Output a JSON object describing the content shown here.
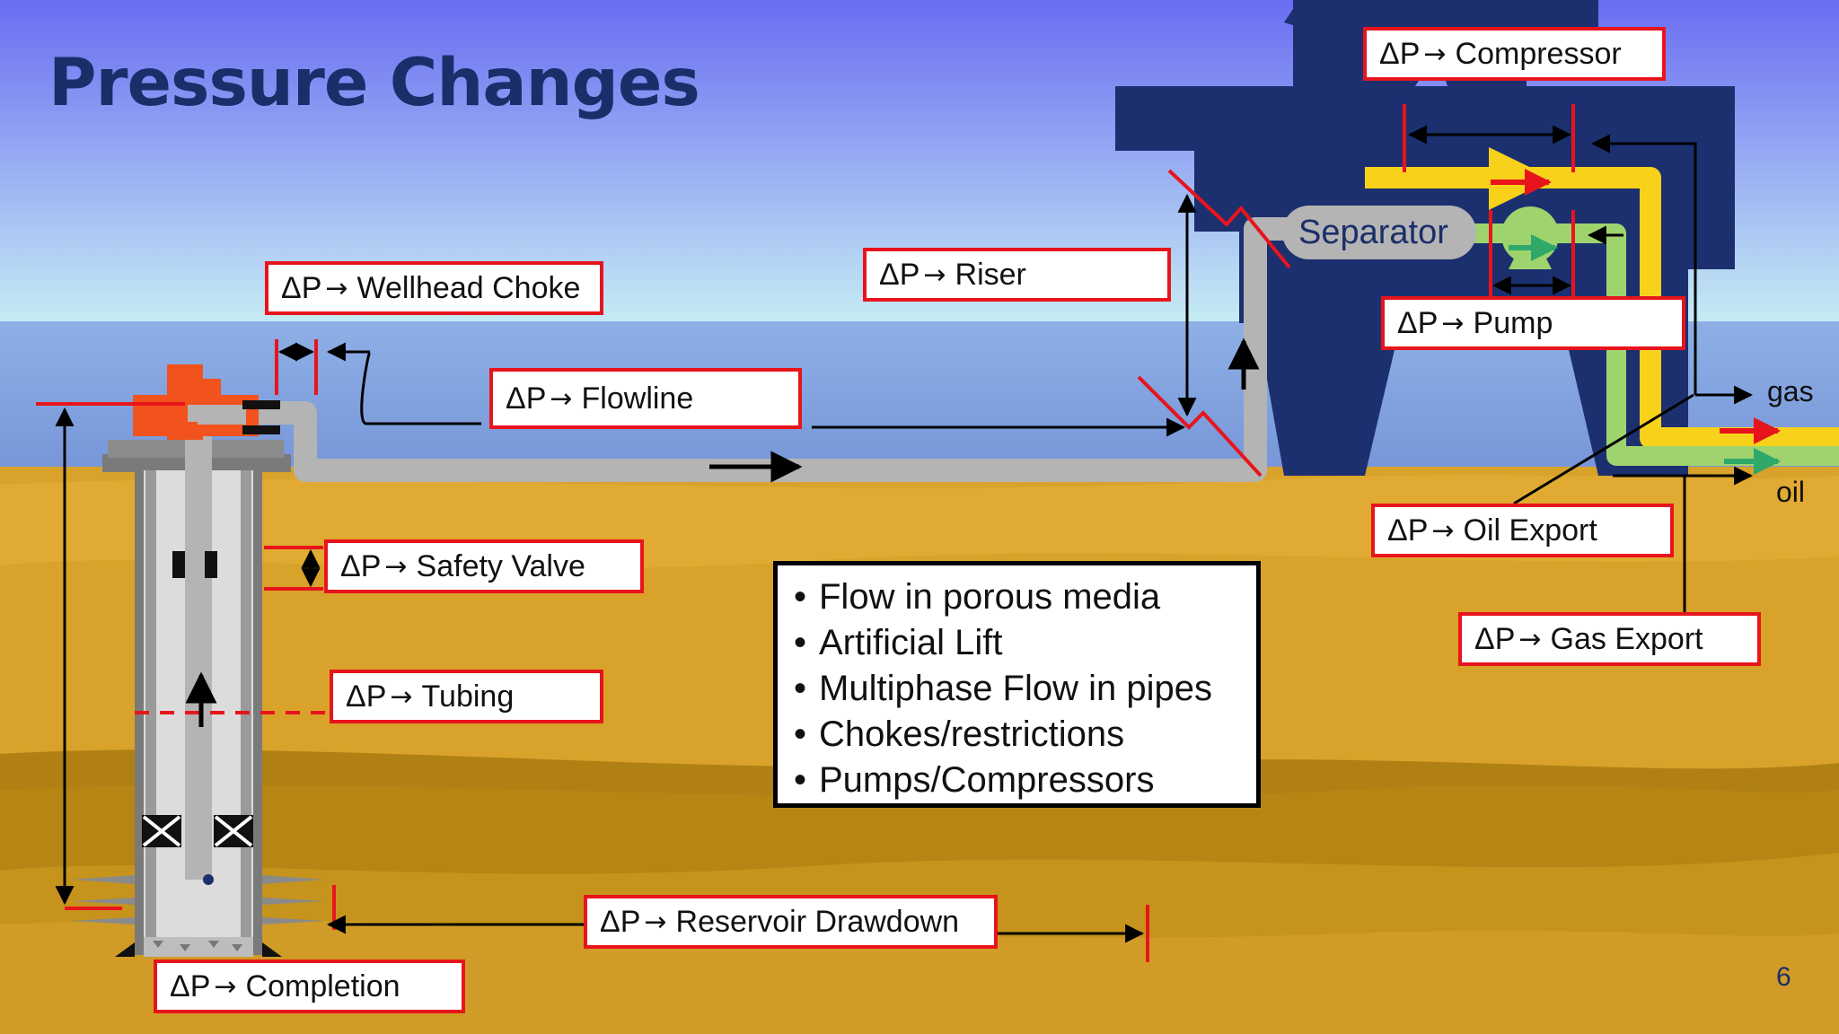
{
  "slide": {
    "title": "Pressure Changes",
    "page_number": "6"
  },
  "labels": {
    "wellhead_choke": {
      "dp": "ΔP",
      "arrow": "→",
      "text": "Wellhead Choke"
    },
    "riser": {
      "dp": "ΔP",
      "arrow": "→",
      "text": "Riser"
    },
    "compressor": {
      "dp": "ΔP",
      "arrow": "→",
      "text": "Compressor"
    },
    "pump": {
      "dp": "ΔP",
      "arrow": "→",
      "text": "Pump"
    },
    "flowline": {
      "dp": "ΔP",
      "arrow": "→",
      "text": "Flowline"
    },
    "safety_valve": {
      "dp": "ΔP",
      "arrow": "→",
      "text": "Safety Valve"
    },
    "tubing": {
      "dp": "ΔP",
      "arrow": "→",
      "text": "Tubing"
    },
    "oil_export": {
      "dp": "ΔP",
      "arrow": "→",
      "text": "Oil Export"
    },
    "gas_export": {
      "dp": "ΔP",
      "arrow": "→",
      "text": "Gas Export"
    },
    "reservoir_drawdown": {
      "dp": "ΔP",
      "arrow": "→",
      "text": "Reservoir Drawdown"
    },
    "completion": {
      "dp": "ΔP",
      "arrow": "→",
      "text": "Completion"
    }
  },
  "separator_label": "Separator",
  "outlets": {
    "gas": "gas",
    "oil": "oil"
  },
  "bullets": [
    "Flow in porous media",
    "Artificial Lift",
    "Multiphase Flow in pipes",
    "Chokes/restrictions",
    "Pumps/Compressors"
  ],
  "colors": {
    "sky_top": "#6a6cf2",
    "sky_bottom": "#c6ecf4",
    "sea": "#8aa6e0",
    "ground": "#d9a22a",
    "platform": "#1c3070",
    "pipe": "#b4b4b4",
    "gas_line": "#f8d21a",
    "oil_line": "#9ed36e",
    "marker_red": "#e8141c",
    "wellhead": "#f2521c",
    "title": "#1a2e6a"
  },
  "icons": [
    "wellhead-tree-icon",
    "separator-vessel-icon",
    "pump-icon",
    "compressor-arrow-icon",
    "packer-icon"
  ]
}
